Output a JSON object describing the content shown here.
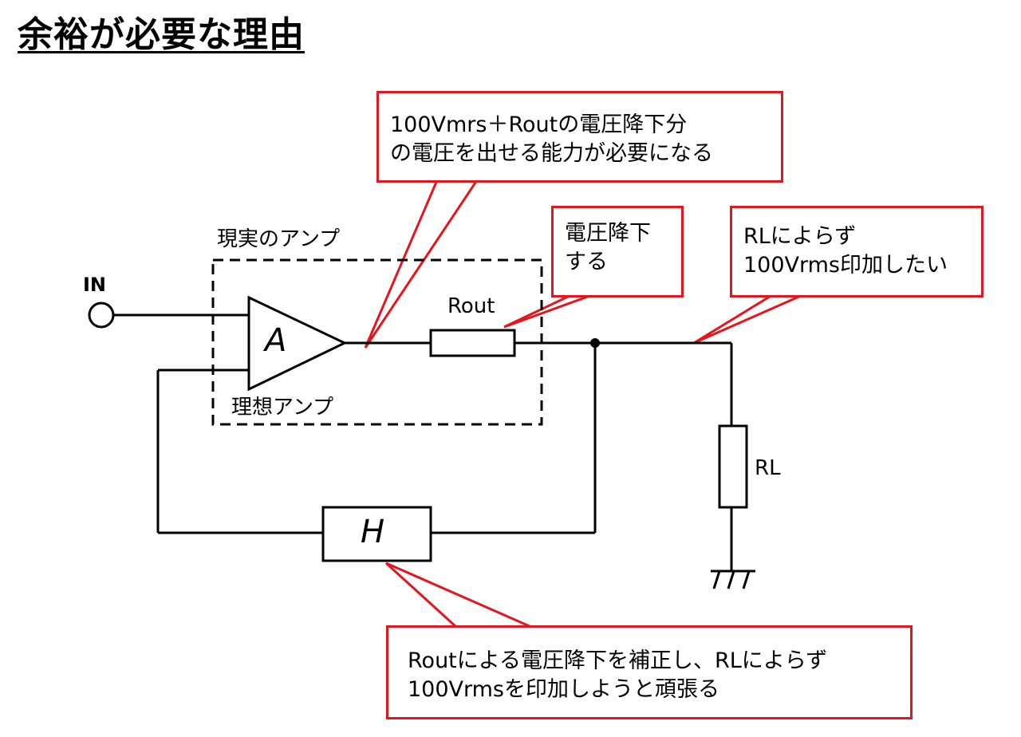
{
  "title": "余裕が必要な理由",
  "labels": {
    "in": "IN",
    "real_amp": "現実のアンプ",
    "ideal_amp": "理想アンプ",
    "amp_symbol": "A",
    "rout": "Rout",
    "rl": "RL",
    "feedback_symbol": "H"
  },
  "callouts": {
    "top": [
      "100Vmrs＋Routの電圧降下分",
      "の電圧を出せる能力が必要になる"
    ],
    "drop": [
      "電圧降下",
      "する"
    ],
    "rl": [
      "RLによらず",
      "100Vrms印加したい"
    ],
    "bottom": [
      "Routによる電圧降下を補正し、RLによらず",
      "100Vrmsを印加しようと頑張る"
    ]
  },
  "colors": {
    "callout_border": "#e8141c",
    "wire": "#000000"
  }
}
